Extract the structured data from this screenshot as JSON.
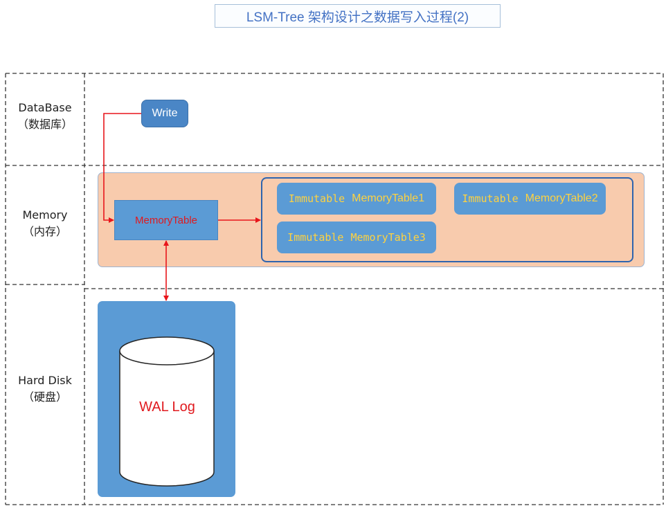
{
  "title": "LSM-Tree 架构设计之数据写入过程(2)",
  "rows": {
    "database": {
      "line1": "DataBase",
      "line2": "（数据库）"
    },
    "memory": {
      "line1": "Memory",
      "line2": "（内存）"
    },
    "disk": {
      "line1": "Hard Disk",
      "line2": "（硬盘）"
    }
  },
  "nodes": {
    "write": "Write",
    "memorytable": "MemoryTable",
    "immutable": [
      {
        "prefix": "Immutable",
        "name": "MemoryTable1"
      },
      {
        "prefix": "Immutable",
        "name": "MemoryTable2"
      },
      {
        "prefix": "Immutable",
        "name": "MemoryTable3"
      }
    ],
    "wal": "WAL Log"
  },
  "colors": {
    "accent_blue": "#5b9bd5",
    "arrow_red": "#e8151b",
    "memory_band": "#f8cbad",
    "immutable_text": "#ffd23f"
  }
}
